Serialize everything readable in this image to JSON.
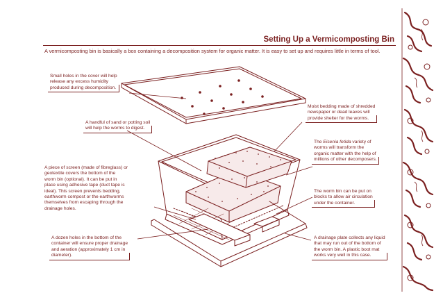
{
  "title": "Setting Up a Vermicomposting Bin",
  "intro": "A vermicomposting bin is basically a box containing a decomposition system for organic matter.  It is easy to set up and requires little in terms of tool.",
  "notes": {
    "holes_cover": [
      "Small holes in the cover will help",
      "release any excess humidity",
      "produced during decomposition."
    ],
    "sand": [
      "A handful of sand or potting soil",
      "will help the worms to digest."
    ],
    "bedding": [
      "Moist bedding made of shredded",
      "newspaper or dead leaves will",
      "provide shelter for the worms."
    ],
    "eisenia_italic": "Eisenia fetida",
    "eisenia_pre": "The ",
    "eisenia_post": " variety of",
    "eisenia_rest": [
      "worms will transform the",
      "organic matter with the help of",
      "millions of other decomposers."
    ],
    "screen": [
      "A piece of screen (made of fibreglass) or",
      "geotextile covers the bottom of the",
      "worm bin (optional). It can be put in",
      "place using adhesive tape (duct tape is",
      "ideal). This screen prevents bedding,",
      "earthworm compost or the earthworms",
      "themselves from escaping through the",
      "drainage holes."
    ],
    "blocks": [
      "The worm bin can be put on",
      "blocks to allow air circulation",
      "under the container."
    ],
    "drain_holes": [
      "A dozen holes in the bottom of the",
      "container will ensure proper drainage",
      "and aeration (approximately 1 cm in",
      "diameter)."
    ],
    "plate": [
      "A drainage plate collects any liquid",
      "that may run out of the bottom of",
      "the worm bin. A plastic boot mat",
      "works very well in this case."
    ]
  },
  "colors": {
    "ink": "#7a1f1f",
    "background": "#ffffff"
  }
}
